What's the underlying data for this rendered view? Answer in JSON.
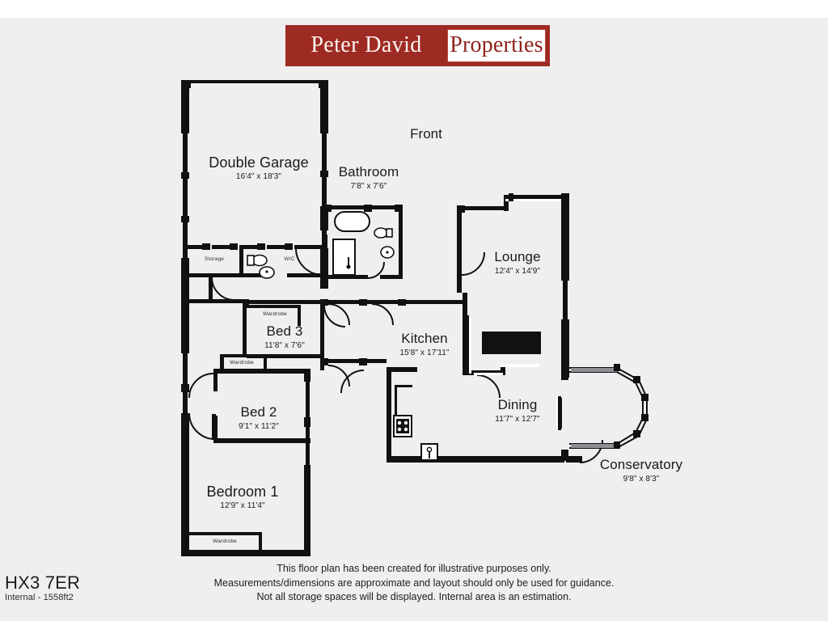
{
  "branding": {
    "logo_left": "Peter David",
    "logo_right": "Properties",
    "brand_color": "#9e2b23",
    "brand_text_color": "#8f241d"
  },
  "orientation_label": "Front",
  "floorplan": {
    "rooms": [
      {
        "name": "Double Garage",
        "dimensions": "16'4\" x 18'3\""
      },
      {
        "name": "Bathroom",
        "dimensions": "7'8\" x 7'6\""
      },
      {
        "name": "Lounge",
        "dimensions": "12'4\" x 14'9\""
      },
      {
        "name": "Kitchen",
        "dimensions": "15'8\" x 17'11\""
      },
      {
        "name": "Bed 3",
        "dimensions": "11'8\" x 7'6\""
      },
      {
        "name": "Bed 2",
        "dimensions": "9'1\" x 11'2\""
      },
      {
        "name": "Bedroom 1",
        "dimensions": "12'9\" x 11'4\""
      },
      {
        "name": "Dining",
        "dimensions": "11'7\" x 12'7\""
      },
      {
        "name": "Conservatory",
        "dimensions": "9'8\" x 8'3\""
      }
    ],
    "small_labels": [
      {
        "name": "Storage"
      },
      {
        "name": "W/C"
      },
      {
        "name": "Wardrobe"
      },
      {
        "name": "Wardrobe"
      },
      {
        "name": "Wardrobe"
      }
    ]
  },
  "footer": {
    "postcode": "HX3 7ER",
    "internal_area": "Internal - 1558ft2",
    "disclaimer_line1": "This floor plan has been created for illustrative purposes only.",
    "disclaimer_line2": "Measurements/dimensions are approximate and layout should only be used for guidance.",
    "disclaimer_line3": "Not all storage spaces will be displayed. Internal area is an estimation."
  }
}
